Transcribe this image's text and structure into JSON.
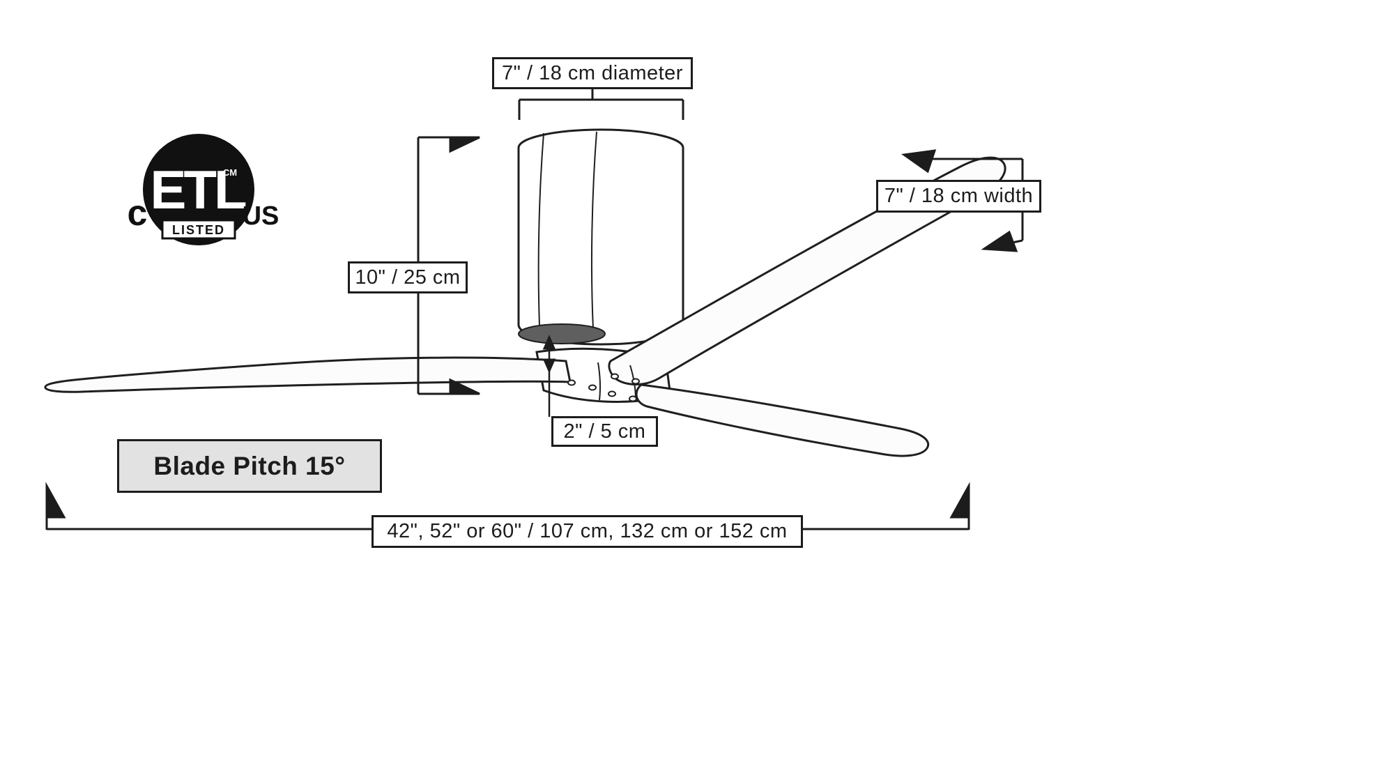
{
  "labels": {
    "diameter": "7\" / 18 cm diameter",
    "height": "10\" / 25 cm",
    "blade_width": "7\" / 18 cm width",
    "hub_gap": "2\" / 5 cm",
    "blade_pitch": "Blade Pitch 15°",
    "span": "42\", 52\" or 60\" / 107 cm, 132  cm or 152 cm"
  },
  "etl": {
    "letters": "ETL",
    "cm": "CM",
    "listed": "LISTED",
    "c": "c",
    "us": "US"
  },
  "colors": {
    "line": "#1c1c1c",
    "label_bg": "#ffffff",
    "pitch_bg": "#e2e2e2",
    "underside_shade": "#5f5f5f"
  }
}
